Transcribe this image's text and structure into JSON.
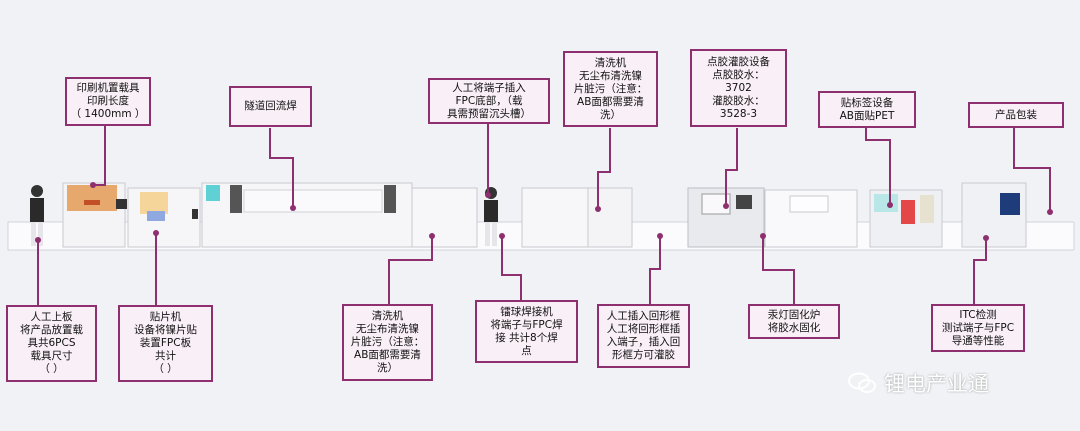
{
  "colors": {
    "connector": "#8e2f6f",
    "label_border": "#8e2f6f",
    "label_fill": "#f9eff7",
    "background": "#f1f2f6"
  },
  "top_labels": [
    {
      "id": "printer-fixture",
      "text": "印刷机置载具\n印刷长度\n（  1400mm  ）"
    },
    {
      "id": "reflow",
      "text": "隧道回流焊"
    },
    {
      "id": "manual-terminal-insert",
      "text": "人工将端子插入\nFPC底部，（载\n具需预留沉头槽）"
    },
    {
      "id": "washer-top",
      "text": "清洗机\n无尘布清洗镍\n片脏污（注意：\nAB面都需要清\n洗）"
    },
    {
      "id": "dispensing",
      "text": "点胶灌胶设备\n点胶胶水：\n3702\n灌胶胶水：\n3528-3"
    },
    {
      "id": "labeling",
      "text": "贴标签设备\nAB面贴PET"
    },
    {
      "id": "packaging",
      "text": "产品包装"
    }
  ],
  "bottom_labels": [
    {
      "id": "manual-load",
      "text": "人工上板\n将产品放置载\n具共6PCS\n载具尺寸\n（                ）"
    },
    {
      "id": "pick-place",
      "text": "贴片机\n设备将镍片贴\n装置FPC板\n共计\n（                ）"
    },
    {
      "id": "washer-bottom",
      "text": "清洗机\n无尘布清洗镍\n片脏污（注意：\nAB面都需要清\n洗）"
    },
    {
      "id": "nickel-welding",
      "text": "镭球焊接机\n将端子与FPC焊\n接 共计8个焊\n点"
    },
    {
      "id": "manual-frame",
      "text": "人工插入回形框\n人工将回形框插\n入端子，插入回\n形框方可灌胶"
    },
    {
      "id": "uv-cure",
      "text": "汞灯固化炉\n将胶水固化"
    },
    {
      "id": "itc-test",
      "text": "ITC检测\n测试端子与FPC\n导通等性能"
    }
  ],
  "watermark": {
    "text": "锂电产业通",
    "icon": "wechat-icon"
  }
}
